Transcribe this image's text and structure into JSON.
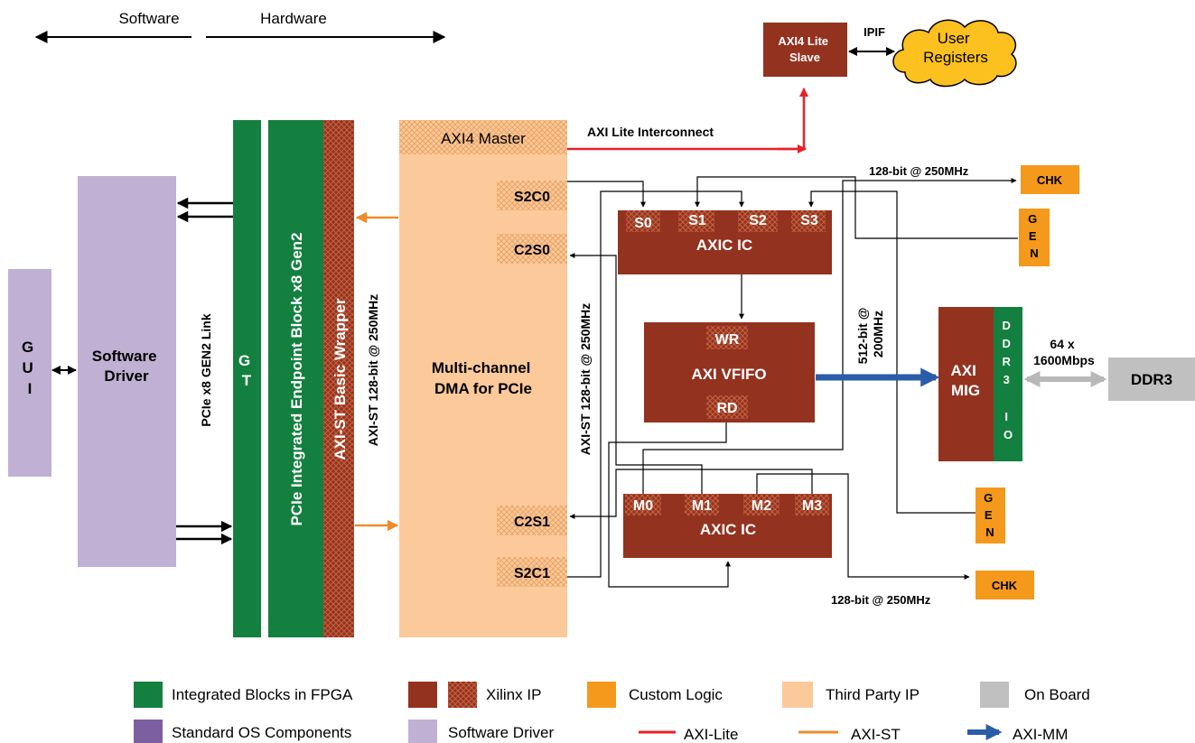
{
  "header": {
    "software": "Software",
    "hardware": "Hardware"
  },
  "blocks": {
    "gui": [
      "G",
      "U",
      "I"
    ],
    "software_driver": [
      "Software",
      "Driver"
    ],
    "pcie_link": "PCIe x8 GEN2 Link",
    "gt": [
      "G",
      "T"
    ],
    "pcie_endpoint": "PCIe Integrated Endpoint Block x8 Gen2",
    "axist_wrapper": "AXI-ST Basic Wrapper",
    "axist_bus": "AXI-ST 128-bit @ 250MHz",
    "axi4_master": "AXI4 Master",
    "dma": [
      "Multi-channel",
      "DMA for PCIe"
    ],
    "dma_ports": [
      "S2C0",
      "C2S0",
      "C2S1",
      "S2C1"
    ],
    "axi_lite_interconnect": "AXI Lite Interconnect",
    "axi4_lite_slave": [
      "AXI4 Lite",
      "Slave"
    ],
    "ipif": "IPIF",
    "user_registers": [
      "User",
      "Registers"
    ],
    "axic_ic_top": {
      "title": "AXIC IC",
      "ports": [
        "S0",
        "S1",
        "S2",
        "S3"
      ]
    },
    "axic_ic_bottom": {
      "title": "AXIC IC",
      "ports": [
        "M0",
        "M1",
        "M2",
        "M3"
      ]
    },
    "axi_vfifo": {
      "title": "AXI VFIFO",
      "wr": "WR",
      "rd": "RD"
    },
    "axist_bus_2": "AXI-ST 128-bit @ 250MHz",
    "bus_512": [
      "512-bit @",
      "200MHz"
    ],
    "axi_mig": [
      "AXI",
      "MIG"
    ],
    "ddr3_io": [
      "D",
      "D",
      "R",
      "3",
      "I",
      "O"
    ],
    "ddr_rate": [
      "64 x",
      "1600Mbps"
    ],
    "ddr3": "DDR3",
    "chk_top": "CHK",
    "chk_bottom": "CHK",
    "gen_top": [
      "G",
      "E",
      "N"
    ],
    "gen_bottom": [
      "G",
      "E",
      "N"
    ],
    "rate_top": "128-bit @ 250MHz",
    "rate_bottom": "128-bit @ 250MHz"
  },
  "legend": [
    {
      "label": "Integrated Blocks in FPGA",
      "color": "#13803f"
    },
    {
      "label": "Xilinx IP",
      "color": "#943220"
    },
    {
      "label": "Custom Logic",
      "color": "#f5991d"
    },
    {
      "label": "Third Party IP",
      "color": "#fbc99a"
    },
    {
      "label": "On Board",
      "color": "#c0c0c0"
    },
    {
      "label": "Standard OS Components",
      "color": "#7b5fa0"
    },
    {
      "label": "Software Driver",
      "color": "#c0b0d4"
    },
    {
      "label": "AXI-Lite",
      "color": "#e8202a"
    },
    {
      "label": "AXI-ST",
      "color": "#f08a2c"
    },
    {
      "label": "AXI-MM",
      "color": "#2a5ca8"
    }
  ],
  "colors": {
    "fpga_green": "#13803f",
    "xilinx_red": "#943220",
    "custom_orange": "#f5991d",
    "third_party": "#fbc99a",
    "on_board": "#c0c0c0",
    "software_driver": "#c0b0d4",
    "user_registers": "#fcc11e"
  }
}
